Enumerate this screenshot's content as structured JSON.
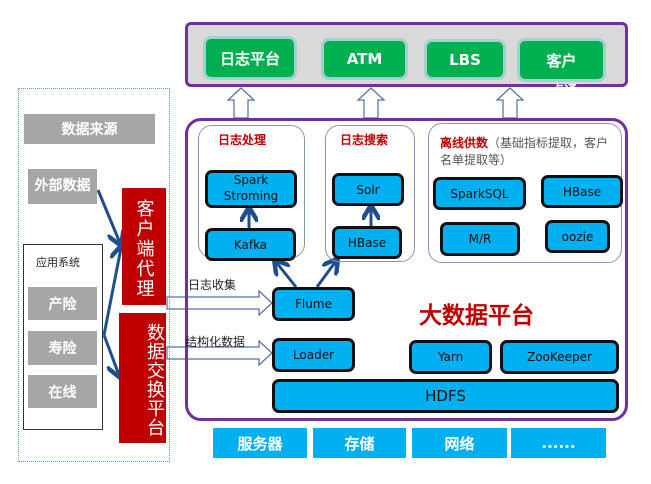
{
  "apps": {
    "items": [
      "日志平台",
      "ATM",
      "LBS",
      "客户"
    ],
    "overflow_text": "一点通"
  },
  "platform": {
    "title": "大数据平台",
    "log_processing": {
      "title": "日志处理",
      "spark": "Spark Stroming",
      "kafka": "Kafka"
    },
    "log_search": {
      "title": "日志搜索",
      "solr": "Solr",
      "hbase": "HBase"
    },
    "offline": {
      "title": "离线供数",
      "subtitle": "（基础指标提取，客户名单提取等）",
      "sparksql": "SparkSQL",
      "hbase": "HBase",
      "mr": "M/R",
      "oozie": "oozie"
    },
    "flume": "Flume",
    "loader": "Loader",
    "yarn": "Yarn",
    "zookeeper": "ZooKeeper",
    "hdfs": "HDFS",
    "log_collect_label": "日志收集",
    "structured_label": "结构化数据"
  },
  "sources": {
    "title": "数据来源",
    "external": "外部数据",
    "app_systems": {
      "title": "应用系统",
      "items": [
        "产险",
        "寿险",
        "在线"
      ]
    },
    "client_agent": "客户端代理",
    "data_exchange": "数据交换平台"
  },
  "infra": [
    "服务器",
    "存储",
    "网络",
    "......"
  ],
  "colors": {
    "app_green": "#00b050",
    "component_blue": "#00b0f0",
    "accent_red": "#c00000",
    "frame_purple": "#7030a0"
  }
}
